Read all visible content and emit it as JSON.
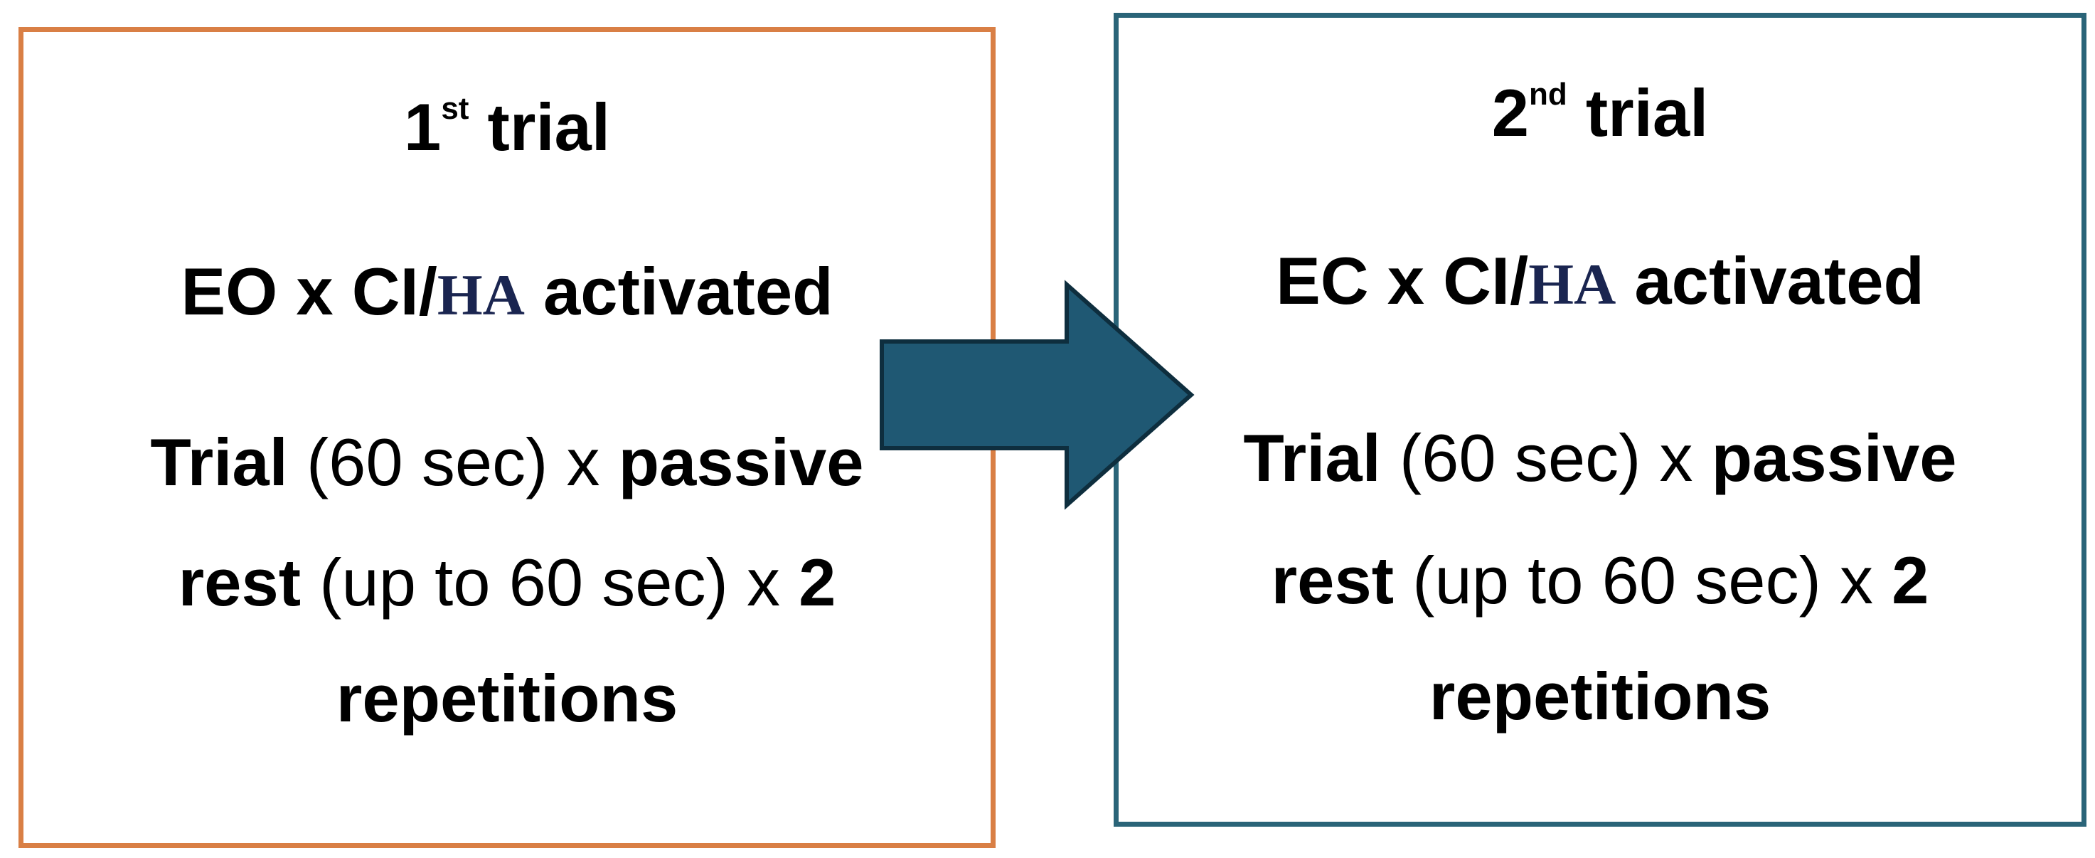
{
  "trial1": {
    "title_num": "1",
    "title_sup": "st",
    "title_word": " trial",
    "condition_pre": "EO x CI/",
    "condition_ha": "HA",
    "condition_post": " activated",
    "protocol_trial": "Trial",
    "protocol_trial_dur": " (60 sec) x ",
    "protocol_passive": "passive",
    "protocol_rest": "rest",
    "protocol_rest_dur": " (up to 60 sec) x ",
    "protocol_count": "2",
    "protocol_reps": "repetitions"
  },
  "trial2": {
    "title_num": "2",
    "title_sup": "nd",
    "title_word": " trial",
    "condition_pre": "EC x CI/",
    "condition_ha": "HA",
    "condition_post": " activated",
    "protocol_trial": "Trial",
    "protocol_trial_dur": " (60 sec) x ",
    "protocol_passive": "passive",
    "protocol_rest": "rest",
    "protocol_rest_dur": " (up to 60 sec) x ",
    "protocol_count": "2",
    "protocol_reps": "repetitions"
  },
  "colors": {
    "box1_border": "#d97f45",
    "box2_border": "#2a6478",
    "arrow_fill": "#1f5873",
    "arrow_stroke": "#0e2e3e"
  }
}
